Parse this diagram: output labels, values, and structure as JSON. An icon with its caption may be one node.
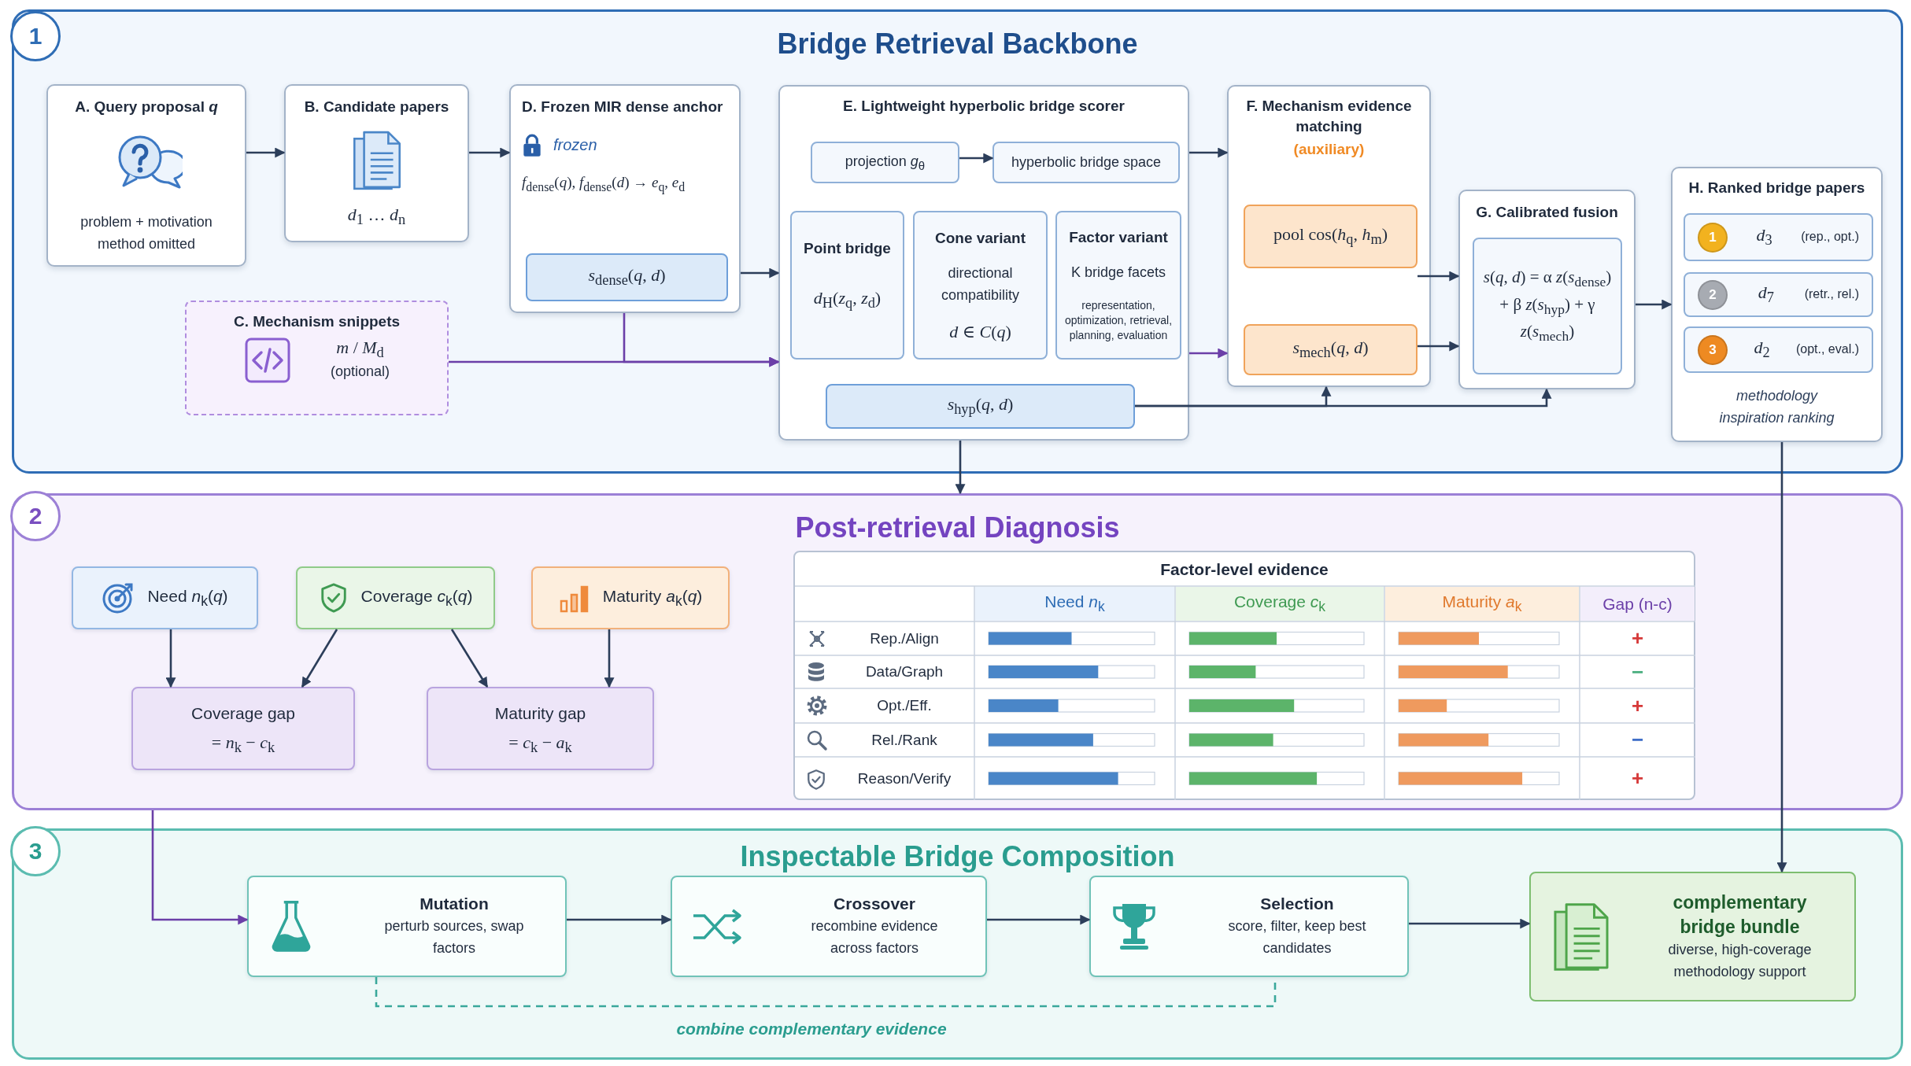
{
  "diagram": {
    "nodes": [
      {
        "text": [
          "Bridge Retrieval Backbone"
        ]
      },
      {
        "text": [
          "1"
        ],
        "in": 0
      },
      {
        "text": [
          "A. Query proposal *q*",
          "problem + motivation method omitted"
        ],
        "in": 0
      },
      {
        "text": [
          "B. Candidate papers",
          "*d*$_{1}$ … *d*$_{n}$"
        ],
        "in": 0
      },
      {
        "text": [
          "D. Frozen MIR dense anchor",
          "frozen",
          "*f*$_{dense}$(*q*), *f*$_{dense}$(*d*) → *e*$_{q}$, *e*$_{d}$"
        ],
        "in": 0
      },
      {
        "text": [
          "*s*$_{dense}$(*q*, *d*)"
        ],
        "in": 4
      },
      {
        "text": [
          "C. Mechanism snippets",
          "*m* / *M*$_{d}$",
          "(optional)"
        ],
        "in": 0
      },
      {
        "text": [
          "E. Lightweight hyperbolic bridge scorer"
        ],
        "in": 0
      },
      {
        "text": [
          "projection *g*$_{θ}$"
        ],
        "in": 7
      },
      {
        "text": [
          "hyperbolic bridge space"
        ],
        "in": 7
      },
      {
        "text": [
          "Point bridge",
          "*d*$_{H}$(*z*$_{q}$, *z*$_{d}$)"
        ],
        "in": 7
      },
      {
        "text": [
          "Cone variant",
          "directional compatibility",
          "*d* ∈ *C*(*q*)"
        ],
        "in": 7
      },
      {
        "text": [
          "Factor variant",
          "K bridge facets",
          "representation, optimization, retrieval, planning, evaluation"
        ],
        "in": 7
      },
      {
        "text": [
          "*s*$_{hyp}$(*q*, *d*)"
        ],
        "in": 7
      },
      {
        "text": [
          "F. Mechanism evidence matching",
          "(auxiliary)"
        ],
        "in": 0
      },
      {
        "text": [
          "pool cos(*h*$_{q}$, *h*$_{m}$)"
        ],
        "in": 14
      },
      {
        "text": [
          "*s*$_{mech}$(*q*, *d*)"
        ],
        "in": 14
      },
      {
        "text": [
          "G. Calibrated fusion"
        ],
        "in": 0
      },
      {
        "text": [
          "*s*(*q*, *d*) = α *z*(*s*$_{dense}$) + β *z*(*s*$_{hyp}$) + γ *z*(*s*$_{mech}$)"
        ],
        "in": 17
      },
      {
        "text": [
          "H. Ranked bridge papers",
          "methodology inspiration ranking"
        ],
        "in": 0
      },
      {
        "text": [
          "1",
          "*d*$_{3}$",
          "(rep., opt.)"
        ],
        "in": 19
      },
      {
        "text": [
          "2",
          "*d*$_{7}$",
          "(retr., rel.)"
        ],
        "in": 19
      },
      {
        "text": [
          "3",
          "*d*$_{2}$",
          "(opt., eval.)"
        ],
        "in": 19
      },
      {
        "text": [
          "Post-retrieval Diagnosis"
        ]
      },
      {
        "text": [
          "2"
        ],
        "in": 23
      },
      {
        "text": [
          "Need *n*$_{k}$(*q*)"
        ],
        "in": 23
      },
      {
        "text": [
          "Coverage *c*$_{k}$(*q*)"
        ],
        "in": 23
      },
      {
        "text": [
          "Maturity *a*$_{k}$(*q*)"
        ],
        "in": 23
      },
      {
        "text": [
          "Coverage gap",
          "= *n*$_{k}$ − *c*$_{k}$"
        ],
        "in": 23
      },
      {
        "text": [
          "Maturity gap",
          "= *c*$_{k}$ − *a*$_{k}$"
        ],
        "in": 23
      },
      {
        "text": [
          "Factor-level evidence"
        ],
        "in": 23
      },
      {
        "text": [
          "Inspectable Bridge Composition"
        ]
      },
      {
        "text": [
          "3"
        ],
        "in": 31
      },
      {
        "text": [
          "Mutation",
          "perturb sources, swap factors"
        ],
        "in": 31
      },
      {
        "text": [
          "Crossover",
          "recombine evidence across factors"
        ],
        "in": 31
      },
      {
        "text": [
          "Selection",
          "score, filter, keep best candidates"
        ],
        "in": 31
      },
      {
        "text": [
          "complementary bridge bundle",
          "diverse, high-coverage methodology support"
        ],
        "in": 31
      }
    ],
    "edges": [
      {
        "from": 2,
        "to": 3,
        "arrow": "to"
      },
      {
        "from": 3,
        "to": 4,
        "arrow": "to"
      },
      {
        "from": 4,
        "to": 7,
        "arrow": "to"
      },
      {
        "from": 6,
        "to": 7,
        "arrow": "to",
        "color": "#6b3fa8"
      },
      {
        "from": 4,
        "to": 7,
        "arrow": "to",
        "color": "#6b3fa8"
      },
      {
        "from": 8,
        "to": 9,
        "arrow": "to"
      },
      {
        "from": 7,
        "to": 14,
        "arrow": "to"
      },
      {
        "from": 7,
        "to": 14,
        "arrow": "to",
        "color": "#6b3fa8"
      },
      {
        "from": 15,
        "to": 17,
        "arrow": "to"
      },
      {
        "from": 16,
        "to": 17,
        "arrow": "to"
      },
      {
        "from": 13,
        "to": 14,
        "arrow": "to"
      },
      {
        "from": 13,
        "to": 17,
        "arrow": "to"
      },
      {
        "from": 17,
        "to": 19,
        "arrow": "to"
      },
      {
        "from": 7,
        "to": 23,
        "arrow": "to"
      },
      {
        "from": 19,
        "to": 36,
        "arrow": "to"
      },
      {
        "from": 25,
        "to": 28,
        "arrow": "to"
      },
      {
        "from": 26,
        "to": 28,
        "arrow": "to"
      },
      {
        "from": 26,
        "to": 29,
        "arrow": "to"
      },
      {
        "from": 27,
        "to": 29,
        "arrow": "to"
      },
      {
        "from": 23,
        "to": 33,
        "arrow": "to",
        "color": "#6b3fa8"
      },
      {
        "from": 33,
        "to": 34,
        "arrow": "to"
      },
      {
        "from": 34,
        "to": 35,
        "arrow": "to"
      },
      {
        "from": 35,
        "to": 36,
        "arrow": "to"
      },
      {
        "from": 33,
        "to": 35,
        "arrow": "none",
        "style": "dashed",
        "color": "#3aa89b",
        "label": "combine complementary evidence"
      }
    ],
    "labels": [
      "Need *n*$_{k}$",
      "Coverage *c*$_{k}$",
      "Maturity *a*$_{k}$",
      "Gap (n-c)",
      "Rep./Align",
      "+",
      "Data/Graph",
      "−",
      "Opt./Eff.",
      "+",
      "Rel./Rank",
      "−",
      "Reason/Verify",
      "+"
    ]
  }
}
